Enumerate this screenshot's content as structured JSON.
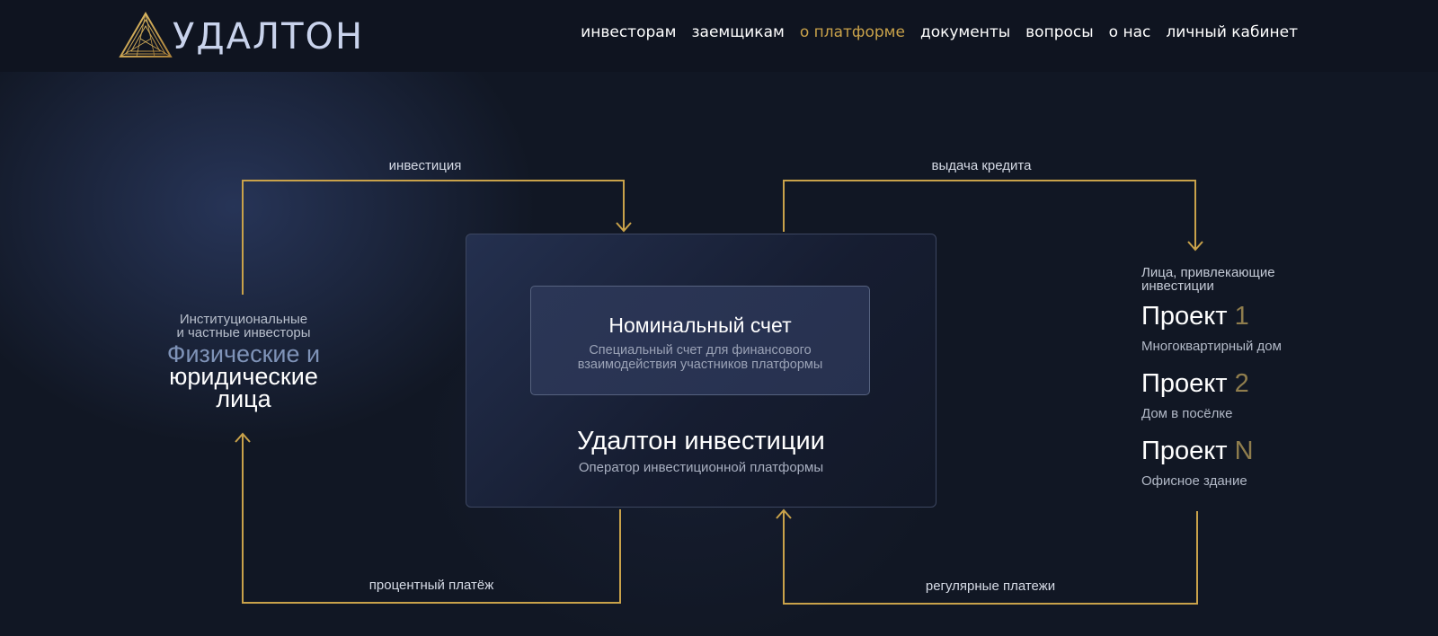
{
  "brand": {
    "name": "УДАЛТОН"
  },
  "nav": {
    "items": [
      {
        "label": "инвесторам"
      },
      {
        "label": "заемщикам"
      },
      {
        "label": "о платформе"
      },
      {
        "label": "документы"
      },
      {
        "label": "вопросы"
      },
      {
        "label": "о нас"
      },
      {
        "label": "личный кабинет"
      }
    ],
    "active_index": 2
  },
  "diagram": {
    "edges": {
      "investment": "инвестиция",
      "credit": "выдача кредита",
      "interest": "процентный платёж",
      "regular": "регулярные платежи"
    },
    "investors": {
      "subtitle_line1": "Институциональные",
      "subtitle_line2": "и частные инвесторы",
      "title_accent": "Физические и",
      "title_line2": "юридические",
      "title_line3": "лица"
    },
    "platform": {
      "nominal_title": "Номинальный счет",
      "nominal_desc": "Специальный счет для финансового взаимодействия участников платформы",
      "operator_title": "Удалтон инвестиции",
      "operator_desc": "Оператор инвестиционной платформы"
    },
    "borrowers": {
      "subtitle_line1": "Лица, привлекающие",
      "subtitle_line2": "инвестиции",
      "projects": [
        {
          "word": "Проект",
          "number": "1",
          "desc": "Многоквартирный дом"
        },
        {
          "word": "Проект",
          "number": "2",
          "desc": "Дом в посёлке"
        },
        {
          "word": "Проект",
          "number": "N",
          "desc": "Офисное здание"
        }
      ]
    }
  },
  "colors": {
    "background": "#111724",
    "header": "#0f1420",
    "gold": "#c9a24a",
    "accent_blue": "#7f93b8"
  }
}
